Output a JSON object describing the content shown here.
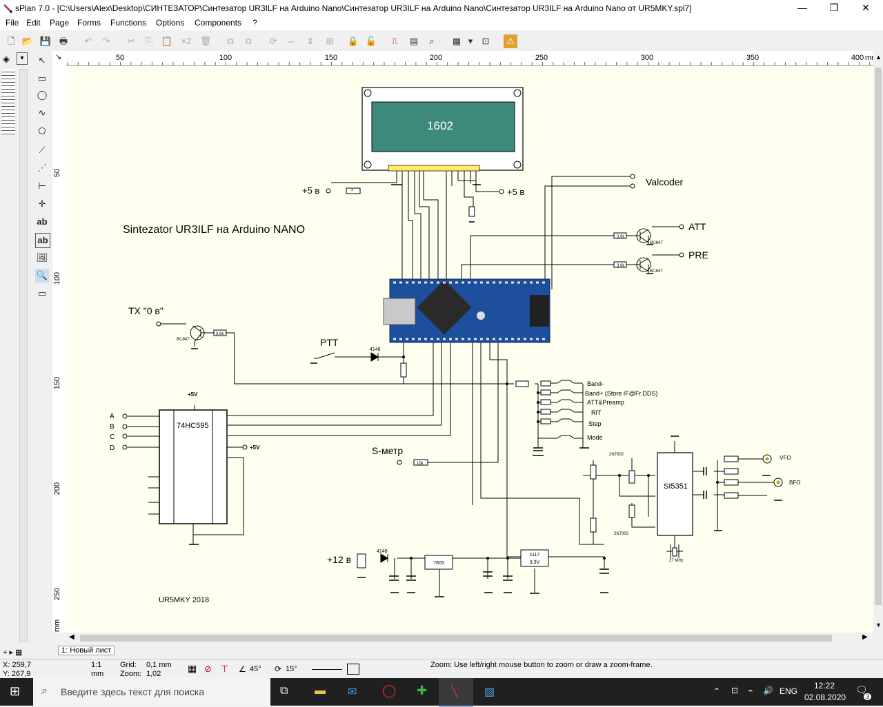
{
  "window": {
    "title": "sPlan 7.0 - [C:\\Users\\Alex\\Desktop\\СИНТЕЗАТОР\\Синтезатор UR3ILF на Arduino Nano\\Синтезатор UR3ILF на Arduino Nano\\Синтезатор UR3ILF на Arduino Nano от UR5MKY.spl7]",
    "minimize": "—",
    "restore": "❐",
    "close": "✕"
  },
  "menu": [
    "File",
    "Edit",
    "Page",
    "Forms",
    "Functions",
    "Options",
    "Components",
    "?"
  ],
  "ruler": {
    "unit": "mm",
    "h_ticks": [
      "50",
      "100",
      "150",
      "200",
      "250",
      "300",
      "350",
      "400"
    ],
    "v_ticks": [
      "50",
      "100",
      "150",
      "200",
      "250"
    ]
  },
  "schematic": {
    "title": "Sintezator UR3ILF на Arduino NANO",
    "author": "UR5MKY 2018",
    "lcd": "1602",
    "labels": {
      "plus5_left": "+5 в",
      "plus5_right": "+5 в",
      "valcoder": "Valcoder",
      "att": "ATT",
      "pre": "PRE",
      "tx": "TX \"0 в\"",
      "ptt": "PTT",
      "smeter": "S-метр",
      "plus12": "+12 в",
      "ic595": "74HC595",
      "plus5v_top": "+5V",
      "plus5v_right": "+5V",
      "si5351": "SI5351",
      "vfo": "VFO",
      "bfo": "BFO",
      "reg7805": "7805",
      "reg1117": "1117",
      "reg1117_v": "3.3V",
      "diode1": "4148",
      "diode2": "4148",
      "bc847_a": "BC847",
      "bc847_b": "BC847",
      "bc847_c": "BC847",
      "q2n7002_a": "2N7002",
      "q2n7002_b": "2N7002",
      "xtal": "27 MHz",
      "r39k_a": "3.9k",
      "r39k_b": "3.9k",
      "r39k_c": "3.9k",
      "r10k": "10k",
      "rstar": "*"
    },
    "buttons": [
      "Band-",
      "Band+ (Store IF@Fr.DDS)",
      "ATT&Preamp",
      "RIT",
      "Step",
      "Mode"
    ],
    "inputs": [
      "A",
      "B",
      "C",
      "D"
    ]
  },
  "tabs": {
    "sheet": "1: Новый лист"
  },
  "status": {
    "coords": "X: 259,7\nY: 267,9",
    "scale": "1:1\nmm",
    "grid_label": "Grid:",
    "grid_value": "0,1 mm",
    "zoom_label": "Zoom:",
    "zoom_value": "1,02",
    "angle1": "45°",
    "angle2": "15°",
    "hint": "Zoom: Use left/right mouse button to zoom or draw a zoom-frame."
  },
  "taskbar": {
    "search_placeholder": "Введите здесь текст для поиска",
    "lang": "ENG",
    "time": "12:22",
    "date": "02.08.2020",
    "notif_count": "3"
  },
  "colors": {
    "canvas": "#fffff0",
    "board": "#1d4f9c",
    "lcd": "#3d8a7c"
  }
}
